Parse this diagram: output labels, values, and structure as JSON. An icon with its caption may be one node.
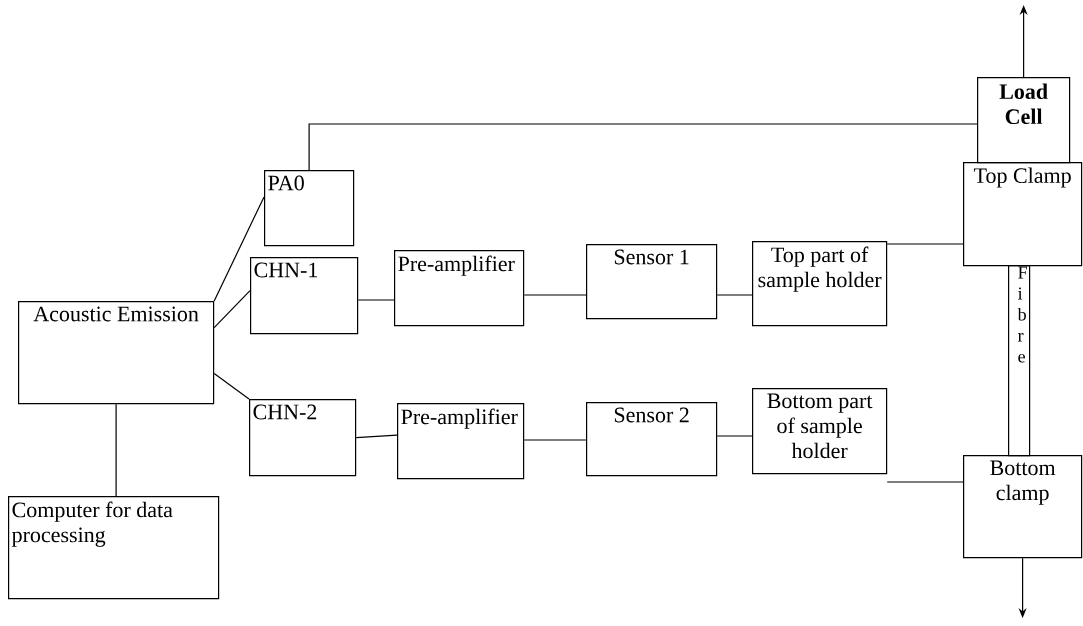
{
  "diagram": {
    "nodes": [
      {
        "text": [
          "Acoustic Emission"
        ]
      },
      {
        "text": [
          "Computer for data processing"
        ]
      },
      {
        "text": [
          "PA0"
        ]
      },
      {
        "text": [
          "CHN-1"
        ]
      },
      {
        "text": [
          "CHN-2"
        ]
      },
      {
        "text": [
          "Pre-amplifier"
        ]
      },
      {
        "text": [
          "Sensor 1"
        ]
      },
      {
        "text": [
          "Top part of sample holder"
        ]
      },
      {
        "text": [
          "Top Clamp"
        ]
      },
      {
        "text": [
          "Load Cell"
        ]
      },
      {
        "text": [
          "Fibre"
        ]
      },
      {
        "text": [
          "Pre-amplifier"
        ]
      },
      {
        "text": [
          "Sensor 2"
        ]
      },
      {
        "text": [
          "Bottom part of sample holder"
        ]
      },
      {
        "text": [
          "Bottom clamp"
        ]
      }
    ],
    "edges": [
      {
        "from": 0,
        "to": 1,
        "arrow": "none"
      },
      {
        "from": 0,
        "to": 2,
        "arrow": "none"
      },
      {
        "from": 0,
        "to": 3,
        "arrow": "none"
      },
      {
        "from": 0,
        "to": 4,
        "arrow": "none"
      },
      {
        "from": 2,
        "to": 9,
        "arrow": "none"
      },
      {
        "from": 3,
        "to": 5,
        "arrow": "none"
      },
      {
        "from": 5,
        "to": 6,
        "arrow": "none"
      },
      {
        "from": 6,
        "to": 7,
        "arrow": "none"
      },
      {
        "from": 7,
        "to": 8,
        "arrow": "none"
      },
      {
        "from": 4,
        "to": 11,
        "arrow": "none"
      },
      {
        "from": 11,
        "to": 12,
        "arrow": "none"
      },
      {
        "from": 12,
        "to": 13,
        "arrow": "none"
      },
      {
        "from": 13,
        "to": 14,
        "arrow": "none"
      },
      {
        "from": 9,
        "to": null,
        "arrow": "to"
      },
      {
        "from": 14,
        "to": null,
        "arrow": "to"
      }
    ]
  }
}
